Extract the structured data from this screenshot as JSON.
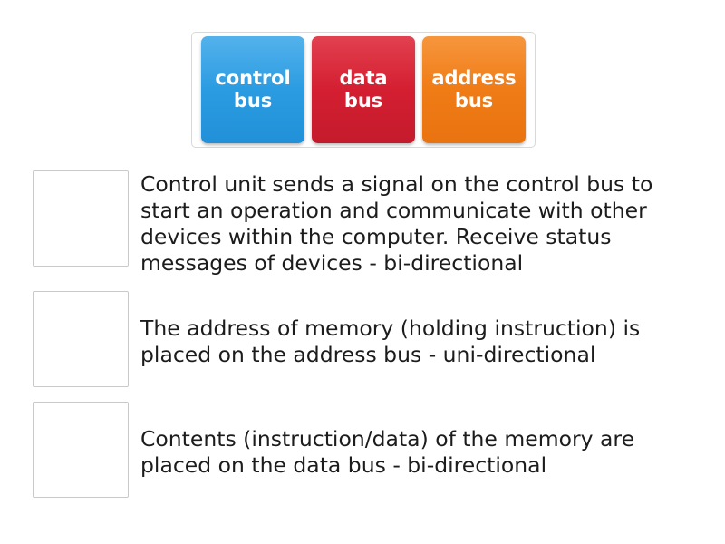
{
  "activity": {
    "type": "match-up",
    "background_color": "#ffffff",
    "text_color": "#1c1c1c"
  },
  "tile_tray": {
    "border_color": "#d8d8d8",
    "tiles": [
      {
        "id": "control-bus",
        "label": "control\nbus",
        "line1": "control",
        "line2": "bus",
        "color": "#2b9ce2",
        "color_name": "blue"
      },
      {
        "id": "data-bus",
        "label": "data\nbus",
        "line1": "data",
        "line2": "bus",
        "color": "#d41f31",
        "color_name": "red"
      },
      {
        "id": "address-bus",
        "label": "address\nbus",
        "line1": "address",
        "line2": "bus",
        "color": "#f07c16",
        "color_name": "orange"
      }
    ]
  },
  "rows": [
    {
      "id": "row-control-bus",
      "dropzone_label": "",
      "text": "Control unit sends a signal on the control bus to start an operation and communicate with other devices within the computer. Receive status messages of devices - bi-directional"
    },
    {
      "id": "row-address-bus",
      "dropzone_label": "",
      "text": "The address of memory (holding instruction) is placed on the address bus - uni-directional"
    },
    {
      "id": "row-data-bus",
      "dropzone_label": "",
      "text": "Contents (instruction/data) of the memory are placed on the data bus - bi-directional"
    }
  ]
}
